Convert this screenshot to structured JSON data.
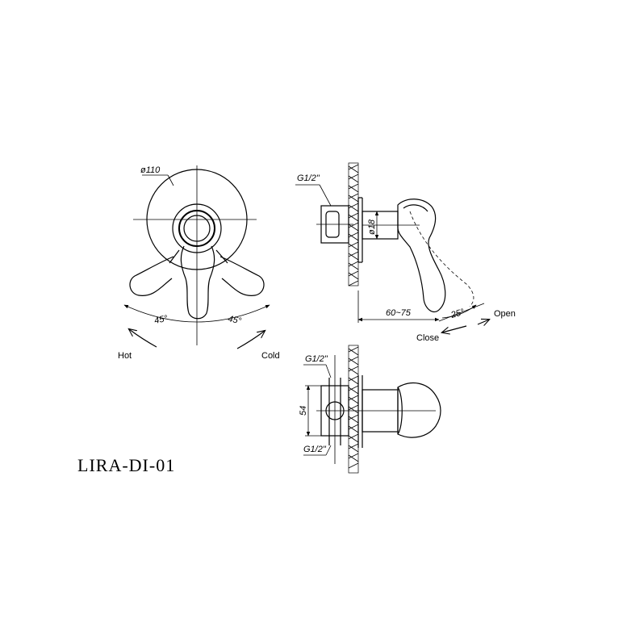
{
  "model": "LIRA-DI-01",
  "front_view": {
    "diameter_label": "ø110",
    "angle_left": "45°",
    "angle_right": "45°",
    "hot_label": "Hot",
    "cold_label": "Cold"
  },
  "side_view": {
    "thread_label": "G1/2\"",
    "diameter_label": "ø18",
    "depth_label": "60~75",
    "angle_label": "25°",
    "open_label": "Open",
    "close_label": "Close"
  },
  "top_view": {
    "thread_top_label": "G1/2\"",
    "thread_bottom_label": "G1/2\"",
    "height_label": "54"
  }
}
